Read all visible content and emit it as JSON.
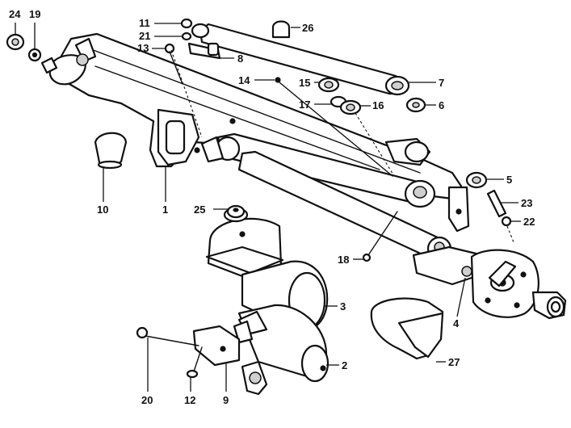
{
  "diagram": {
    "callouts": [
      {
        "id": "c24",
        "text": "24"
      },
      {
        "id": "c19",
        "text": "19"
      },
      {
        "id": "c11",
        "text": "11"
      },
      {
        "id": "c21",
        "text": "21"
      },
      {
        "id": "c13",
        "text": "13"
      },
      {
        "id": "c8",
        "text": "8"
      },
      {
        "id": "c26",
        "text": "26"
      },
      {
        "id": "c14",
        "text": "14"
      },
      {
        "id": "c15",
        "text": "15"
      },
      {
        "id": "c7",
        "text": "7"
      },
      {
        "id": "c17",
        "text": "17"
      },
      {
        "id": "c16",
        "text": "16"
      },
      {
        "id": "c6",
        "text": "6"
      },
      {
        "id": "c5",
        "text": "5"
      },
      {
        "id": "c23",
        "text": "23"
      },
      {
        "id": "c22",
        "text": "22"
      },
      {
        "id": "c10",
        "text": "10"
      },
      {
        "id": "c1",
        "text": "1"
      },
      {
        "id": "c25",
        "text": "25"
      },
      {
        "id": "c18",
        "text": "18"
      },
      {
        "id": "c3",
        "text": "3"
      },
      {
        "id": "c4",
        "text": "4"
      },
      {
        "id": "c2",
        "text": "2"
      },
      {
        "id": "c27",
        "text": "27"
      },
      {
        "id": "c20",
        "text": "20"
      },
      {
        "id": "c12",
        "text": "12"
      },
      {
        "id": "c9",
        "text": "9"
      }
    ]
  }
}
